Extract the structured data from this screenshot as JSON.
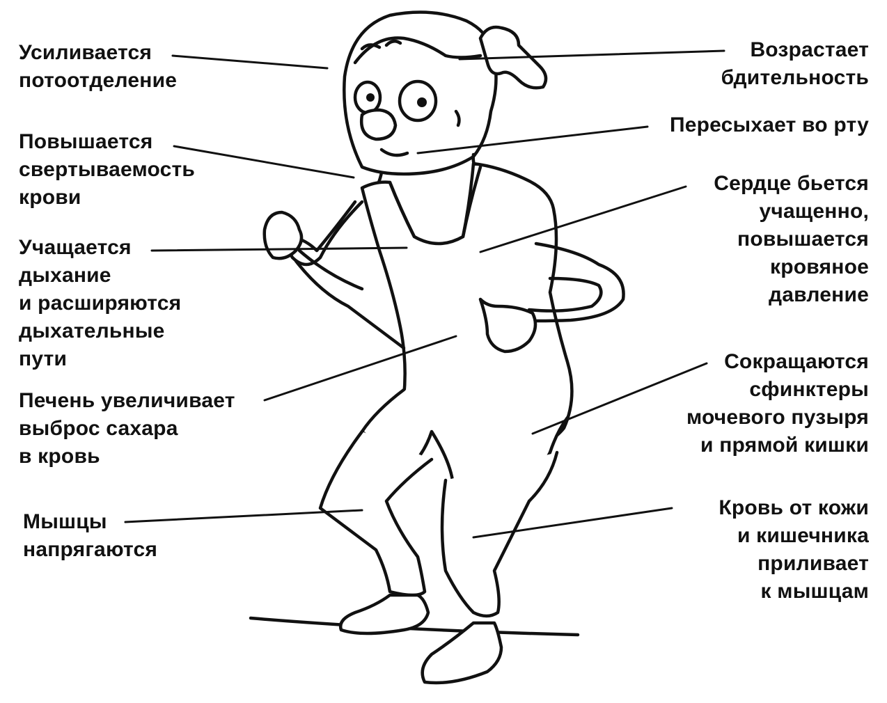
{
  "labels": {
    "sweat": [
      "Усиливается",
      "потоотделение"
    ],
    "clotting": [
      "Повышается",
      "свертываемость",
      "крови"
    ],
    "breathing": [
      "Учащается",
      "дыхание",
      "и расширяются",
      "дыхательные",
      "пути"
    ],
    "liver": [
      "Печень увеличивает",
      "выброс  сахара",
      "в кровь"
    ],
    "muscles": [
      "Мышцы",
      "напрягаются"
    ],
    "alertness": [
      "Возрастает",
      "бдительность"
    ],
    "dry_mouth": [
      "Пересыхает во рту"
    ],
    "heart": [
      "Сердце бьется",
      "учащенно,",
      "повышается",
      "кровяное",
      "давление"
    ],
    "sphincters": [
      "Сокращаются",
      "сфинктеры",
      "мочевого пузыря",
      "и прямой кишки"
    ],
    "blood": [
      "Кровь от кожи",
      "и кишечника",
      "приливает",
      "к мышцам"
    ]
  }
}
